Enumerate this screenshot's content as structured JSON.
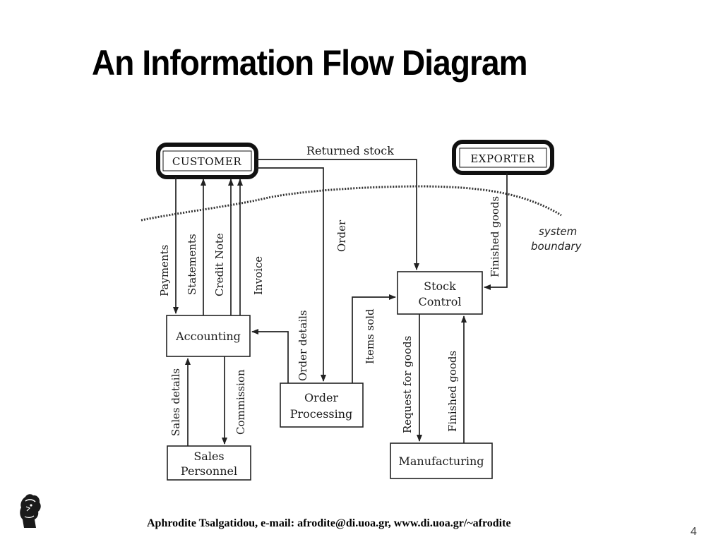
{
  "slide": {
    "title": "An Information Flow Diagram",
    "footer": "Aphrodite Tsalgatidou, e-mail: afrodite@di.uoa.gr, www.di.uoa.gr/~afrodite",
    "page_number": "4",
    "logo_icon": "warrior-head-logo-icon"
  },
  "diagram": {
    "external_entities": {
      "customer": "CUSTOMER",
      "exporter": "EXPORTER"
    },
    "processes": {
      "accounting": "Accounting",
      "stock_control_1": "Stock",
      "stock_control_2": "Control",
      "order_processing_1": "Order",
      "order_processing_2": "Processing",
      "sales_personnel_1": "Sales",
      "sales_personnel_2": "Personnel",
      "manufacturing": "Manufacturing"
    },
    "boundary": {
      "line1": "system",
      "line2": "boundary"
    },
    "flows": {
      "returned_stock": "Returned stock",
      "payments": "Payments",
      "statements": "Statements",
      "credit_note": "Credit Note",
      "invoice": "Invoice",
      "order": "Order",
      "finished_goods_exporter": "Finished goods",
      "order_details": "Order details",
      "items_sold": "Items sold",
      "request_for_goods": "Request for goods",
      "finished_goods_manufacturing": "Finished goods",
      "sales_details": "Sales details",
      "commission": "Commission"
    }
  }
}
